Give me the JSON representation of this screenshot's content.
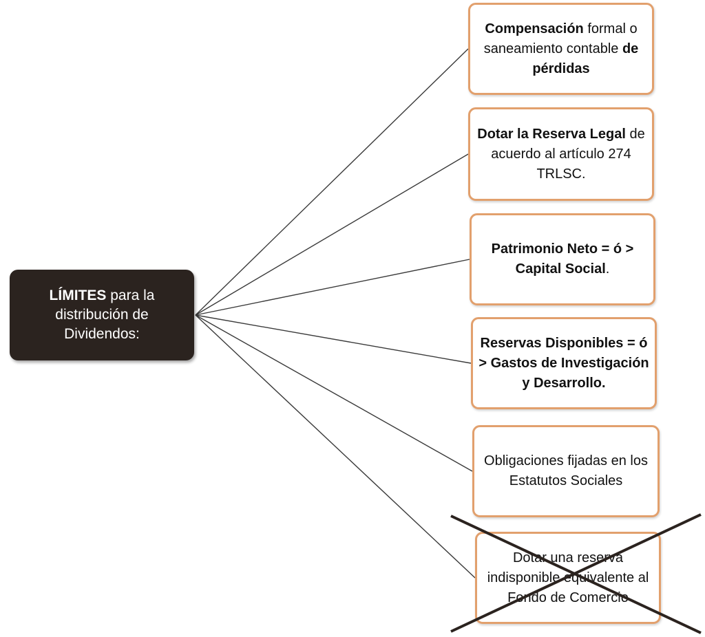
{
  "root": {
    "bold": "LÍMITES",
    "rest": " para la distribución de Dividendos:"
  },
  "items": [
    {
      "a": "Compensación",
      "b": " formal o saneamiento contable ",
      "c": "de pérdidas"
    },
    {
      "a": "Dotar la Reserva Legal",
      "b": " de acuerdo al artículo 274 TRLSC.",
      "c": ""
    },
    {
      "a": "Patrimonio Neto = ó > Capital Social",
      "b": ".",
      "c": ""
    },
    {
      "a": "Reservas Disponibles = ó > Gastos de Investigación y Desarrollo.",
      "b": "",
      "c": ""
    },
    {
      "a": "",
      "b": "Obligaciones fijadas en los Estatutos Sociales",
      "c": ""
    },
    {
      "a": "",
      "b": "Dotar una reserva indisponible equivalente al Fondo de Comercio",
      "c": "",
      "crossed_out": true
    }
  ],
  "colors": {
    "root_fill": "#2b231f",
    "box_border": "#e2a06d",
    "connector": "#3a3a3a",
    "cross": "#2b231f"
  }
}
